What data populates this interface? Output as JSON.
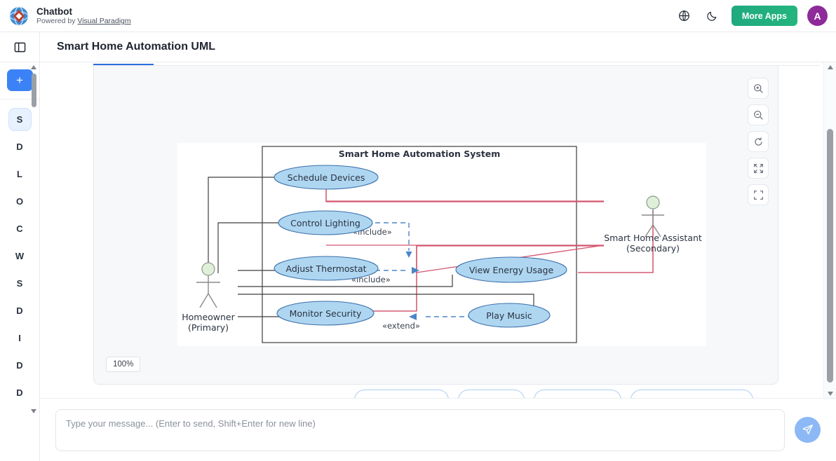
{
  "header": {
    "brand_title": "Chatbot",
    "powered_prefix": "Powered by ",
    "powered_link": "Visual Paradigm",
    "language_icon": "globe-icon",
    "theme_icon": "moon-icon",
    "more_apps_label": "More Apps",
    "avatar_initial": "A"
  },
  "subbar": {
    "panel_toggle_icon": "panel-layout-icon",
    "page_title": "Smart Home Automation UML"
  },
  "sidebar": {
    "new_chat_label": "+",
    "items": [
      {
        "label": "S",
        "active": true
      },
      {
        "label": "D",
        "active": false
      },
      {
        "label": "L",
        "active": false
      },
      {
        "label": "O",
        "active": false
      },
      {
        "label": "C",
        "active": false
      },
      {
        "label": "W",
        "active": false
      },
      {
        "label": "S",
        "active": false
      },
      {
        "label": "D",
        "active": false
      },
      {
        "label": "I",
        "active": false
      },
      {
        "label": "D",
        "active": false
      },
      {
        "label": "D",
        "active": false
      }
    ]
  },
  "diagram_tools": {
    "zoom_in": "zoom-in-icon",
    "zoom_out": "zoom-out-icon",
    "reset": "reset-rotate-icon",
    "fit": "fit-screen-icon",
    "fullscreen": "fullscreen-icon",
    "zoom_level": "100%"
  },
  "composer": {
    "placeholder": "Type your message... (Enter to send, Shift+Enter for new line)",
    "value": "",
    "send_icon": "send-paper-plane-icon"
  },
  "colors": {
    "accent_blue": "#3b82f6",
    "brand_green": "#23b57f",
    "avatar_purple": "#8e2a9a",
    "usecase_fill": "#aed6f1",
    "usecase_stroke": "#3a6fa8",
    "actor_head_fill": "#dff0d8",
    "include_line": "#4a86c8",
    "association_line": "#444444",
    "secondary_assoc_line": "#d4556e",
    "text_dark": "#2b3240"
  },
  "chart_data": {
    "type": "diagram",
    "diagram_kind": "uml-use-case",
    "title": "Smart Home Automation System",
    "actors": [
      {
        "id": "homeowner",
        "label_line1": "Homeowner",
        "label_line2": "(Primary)",
        "role": "primary"
      },
      {
        "id": "assistant",
        "label_line1": "Smart Home Assistant",
        "label_line2": "(Secondary)",
        "role": "secondary"
      }
    ],
    "use_cases": [
      {
        "id": "schedule",
        "label": "Schedule Devices"
      },
      {
        "id": "lighting",
        "label": "Control Lighting"
      },
      {
        "id": "thermostat",
        "label": "Adjust Thermostat"
      },
      {
        "id": "security",
        "label": "Monitor Security"
      },
      {
        "id": "energy",
        "label": "View Energy Usage"
      },
      {
        "id": "music",
        "label": "Play Music"
      }
    ],
    "relationships": [
      {
        "from": "homeowner",
        "to": "schedule",
        "type": "association"
      },
      {
        "from": "homeowner",
        "to": "lighting",
        "type": "association"
      },
      {
        "from": "homeowner",
        "to": "thermostat",
        "type": "association"
      },
      {
        "from": "homeowner",
        "to": "security",
        "type": "association"
      },
      {
        "from": "homeowner",
        "to": "energy",
        "type": "association"
      },
      {
        "from": "homeowner",
        "to": "music",
        "type": "association"
      },
      {
        "from": "assistant",
        "to": "schedule",
        "type": "association-secondary"
      },
      {
        "from": "assistant",
        "to": "security",
        "type": "association-secondary"
      },
      {
        "from": "assistant",
        "to": "energy",
        "type": "association-secondary"
      },
      {
        "from": "lighting",
        "to": "energy",
        "type": "include",
        "label": "«include»"
      },
      {
        "from": "thermostat",
        "to": "energy",
        "type": "include",
        "label": "«include»"
      },
      {
        "from": "music",
        "to": "security",
        "type": "extend",
        "label": "«extend»"
      }
    ],
    "stereotype_labels": [
      "«include»",
      "«include»",
      "«extend»"
    ]
  }
}
